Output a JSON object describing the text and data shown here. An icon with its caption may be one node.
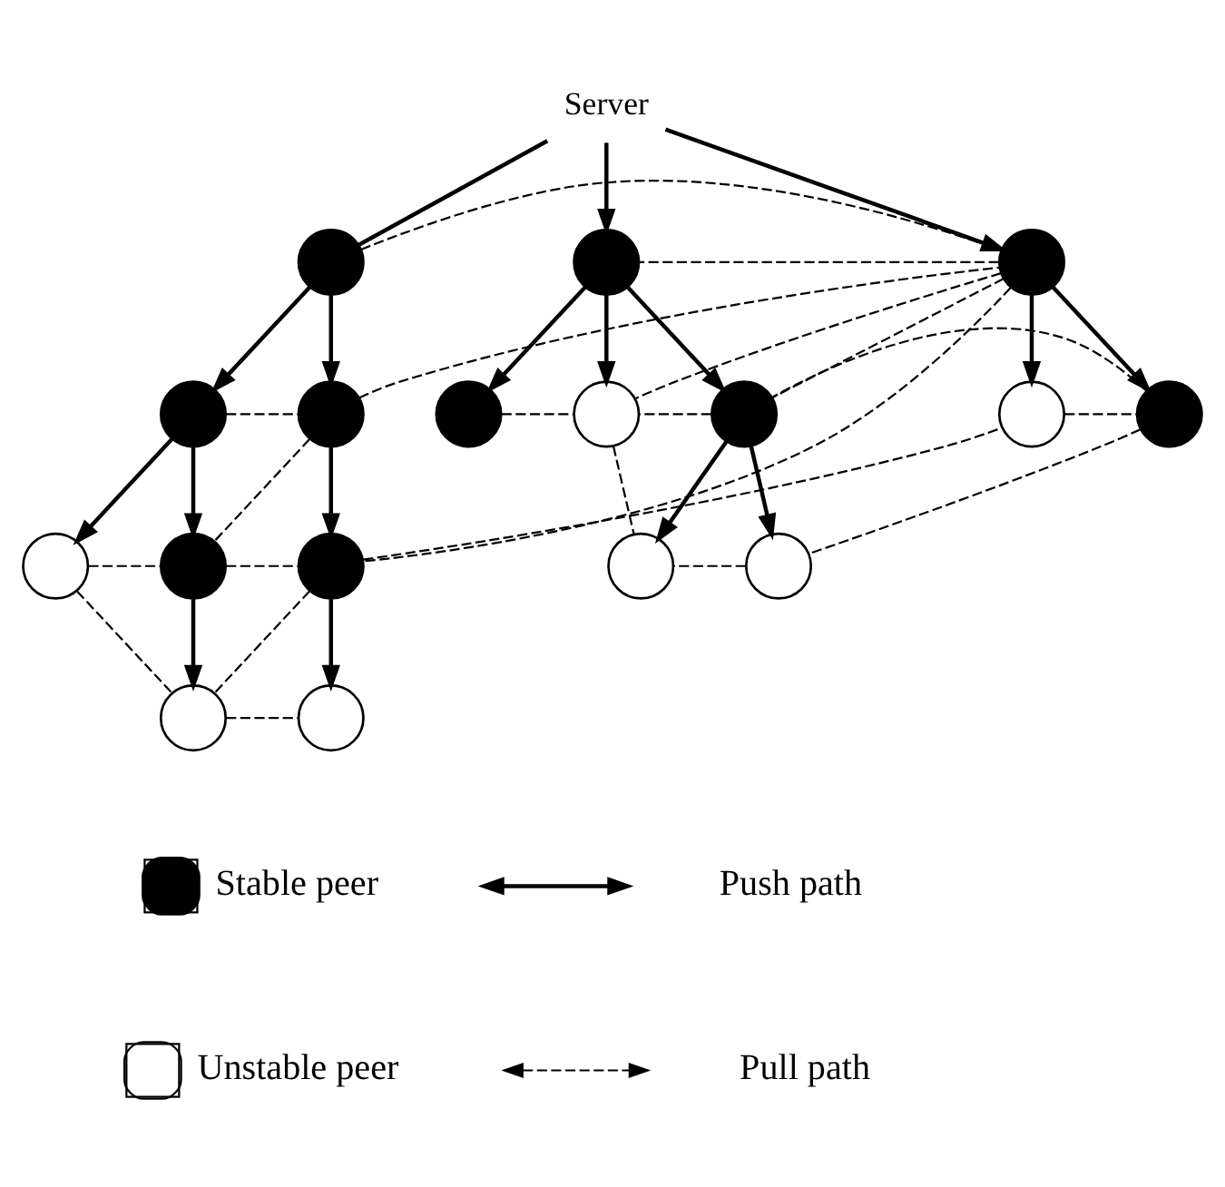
{
  "diagram": {
    "nodes": [
      {
        "text": [
          "Server"
        ]
      },
      {
        "text": [],
        "shape": "circle"
      },
      {
        "text": [],
        "shape": "circle"
      },
      {
        "text": [],
        "shape": "circle"
      },
      {
        "text": [],
        "shape": "circle"
      },
      {
        "text": [],
        "shape": "circle"
      },
      {
        "text": [],
        "shape": "circle"
      },
      {
        "text": [],
        "shape": "circle"
      },
      {
        "text": [],
        "shape": "circle"
      },
      {
        "text": [],
        "shape": "circle"
      },
      {
        "text": [],
        "shape": "circle"
      },
      {
        "text": [],
        "shape": "circle"
      },
      {
        "text": [],
        "shape": "circle"
      },
      {
        "text": [],
        "shape": "circle"
      },
      {
        "text": [],
        "shape": "circle"
      },
      {
        "text": [],
        "shape": "circle"
      },
      {
        "text": [],
        "shape": "circle"
      },
      {
        "text": [],
        "shape": "circle"
      }
    ],
    "edges": [
      {
        "from": 0,
        "to": 1,
        "arrow": "none"
      },
      {
        "from": 0,
        "to": 5,
        "arrow": "to"
      },
      {
        "from": 0,
        "to": 2,
        "arrow": "to"
      },
      {
        "from": 1,
        "to": 3,
        "arrow": "to"
      },
      {
        "from": 1,
        "to": 4,
        "arrow": "to"
      },
      {
        "from": 2,
        "to": 6,
        "arrow": "to"
      },
      {
        "from": 2,
        "to": 13,
        "arrow": "to"
      },
      {
        "from": 2,
        "to": 12,
        "arrow": "to"
      },
      {
        "from": 3,
        "to": 7,
        "arrow": "to"
      },
      {
        "from": 3,
        "to": 8,
        "arrow": "to"
      },
      {
        "from": 4,
        "to": 9,
        "arrow": "to"
      },
      {
        "from": 5,
        "to": 10,
        "arrow": "to"
      },
      {
        "from": 5,
        "to": 11,
        "arrow": "to"
      },
      {
        "from": 8,
        "to": 14,
        "arrow": "to"
      },
      {
        "from": 9,
        "to": 15,
        "arrow": "to"
      },
      {
        "from": 13,
        "to": 16,
        "arrow": "to"
      },
      {
        "from": 13,
        "to": 17,
        "arrow": "to"
      },
      {
        "from": 1,
        "to": 5,
        "arrow": "none",
        "style": "dashed"
      },
      {
        "from": 3,
        "to": 4,
        "arrow": "none",
        "style": "dashed"
      },
      {
        "from": 4,
        "to": 5,
        "arrow": "none",
        "style": "dashed"
      },
      {
        "from": 5,
        "to": 2,
        "arrow": "none",
        "style": "dashed"
      },
      {
        "from": 5,
        "to": 9,
        "arrow": "none",
        "style": "dashed"
      },
      {
        "from": 4,
        "to": 8,
        "arrow": "none",
        "style": "dashed"
      },
      {
        "from": 5,
        "to": 12,
        "arrow": "none",
        "style": "dashed"
      },
      {
        "from": 5,
        "to": 13,
        "arrow": "none",
        "style": "dashed"
      },
      {
        "from": 6,
        "to": 12,
        "arrow": "none",
        "style": "dashed"
      },
      {
        "from": 7,
        "to": 8,
        "arrow": "none",
        "style": "dashed"
      },
      {
        "from": 7,
        "to": 14,
        "arrow": "none",
        "style": "dashed"
      },
      {
        "from": 8,
        "to": 9,
        "arrow": "none",
        "style": "dashed"
      },
      {
        "from": 9,
        "to": 14,
        "arrow": "none",
        "style": "dashed"
      },
      {
        "from": 14,
        "to": 15,
        "arrow": "none",
        "style": "dashed"
      },
      {
        "from": 9,
        "to": 10,
        "arrow": "none",
        "style": "dashed"
      },
      {
        "from": 10,
        "to": 11,
        "arrow": "none",
        "style": "dashed"
      },
      {
        "from": 11,
        "to": 13,
        "arrow": "none",
        "style": "dashed"
      },
      {
        "from": 11,
        "to": 16,
        "arrow": "none",
        "style": "dashed"
      },
      {
        "from": 13,
        "to": 12,
        "arrow": "none",
        "style": "dashed"
      },
      {
        "from": 12,
        "to": 17,
        "arrow": "none",
        "style": "dashed"
      },
      {
        "from": 16,
        "to": 17,
        "arrow": "none",
        "style": "dashed"
      }
    ],
    "legend": [
      {
        "text": "Stable peer"
      },
      {
        "text": "Push path"
      },
      {
        "text": "Unstable peer"
      },
      {
        "text": "Pull path"
      }
    ]
  }
}
